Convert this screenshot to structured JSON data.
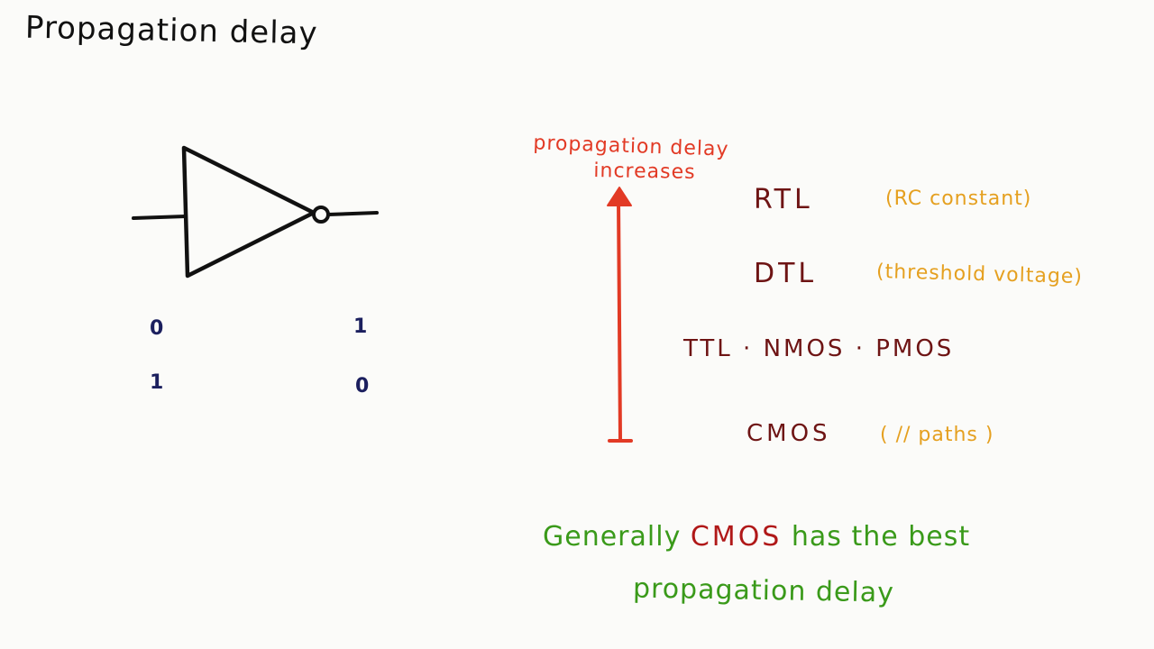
{
  "title": "Propagation delay",
  "truth_table": {
    "rows": [
      {
        "in": "0",
        "out": "1"
      },
      {
        "in": "1",
        "out": "0"
      }
    ]
  },
  "arrow": {
    "label_line1": "propagation delay",
    "label_line2": "increases",
    "color": "#e23a25"
  },
  "families": [
    {
      "name": "RTL",
      "note": "(RC constant)"
    },
    {
      "name": "DTL",
      "note": "(threshold voltage)"
    },
    {
      "name": "TTL · NMOS · PMOS",
      "note": ""
    },
    {
      "name": "CMOS",
      "note": "( // paths )"
    }
  ],
  "conclusion": {
    "prefix": "Generally ",
    "highlight": "CMOS",
    "suffix": " has the best",
    "line2": "propagation delay"
  },
  "colors": {
    "family_text": "#6e1414",
    "note_text": "#e5a020",
    "conclusion_text": "#3a9a1a",
    "conclusion_highlight": "#b01818",
    "truth_text": "#1b1f5e"
  }
}
